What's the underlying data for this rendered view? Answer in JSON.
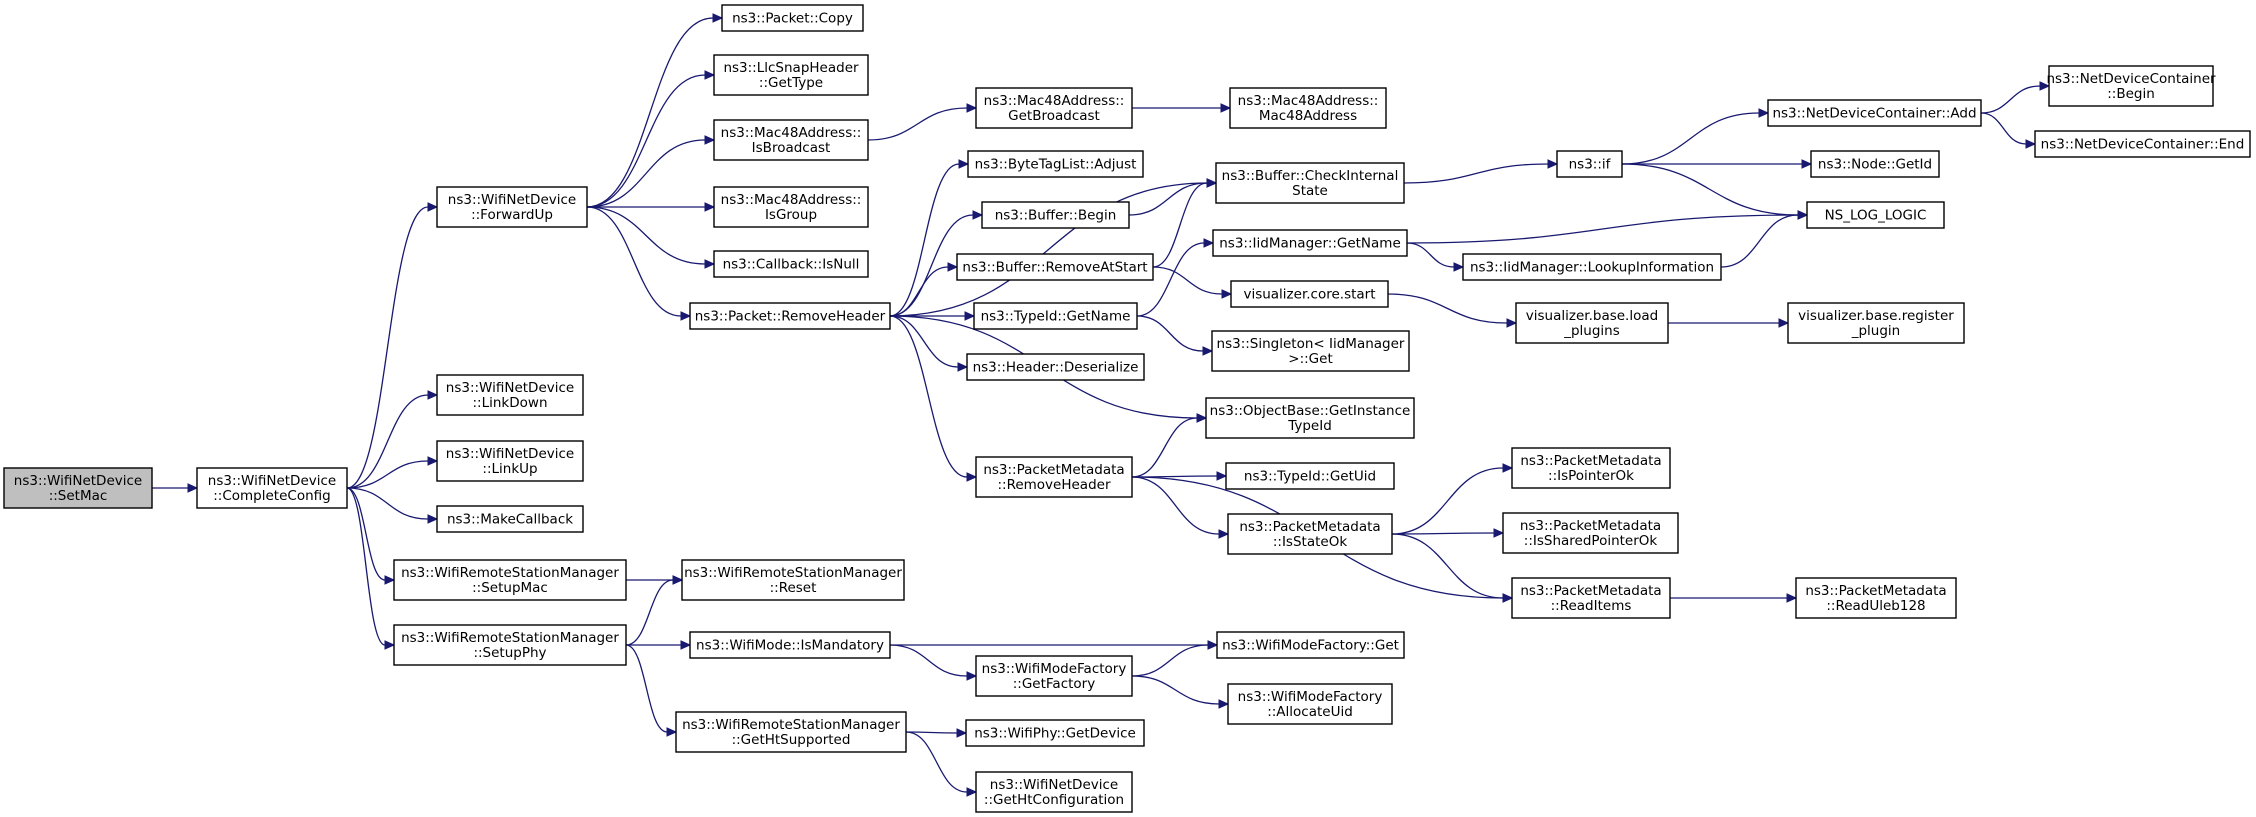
{
  "graph": {
    "background": "#ffffff",
    "edge_color": "#191970",
    "root_fill": "#bfbfbf",
    "node_fill": "#ffffff",
    "nodes": [
      {
        "id": "setmac",
        "label": [
          "ns3::WifiNetDevice",
          "::SetMac"
        ],
        "root": true
      },
      {
        "id": "completeconfig",
        "label": [
          "ns3::WifiNetDevice",
          "::CompleteConfig"
        ]
      },
      {
        "id": "forwardup",
        "label": [
          "ns3::WifiNetDevice",
          "::ForwardUp"
        ]
      },
      {
        "id": "linkdown",
        "label": [
          "ns3::WifiNetDevice",
          "::LinkDown"
        ]
      },
      {
        "id": "linkup",
        "label": [
          "ns3::WifiNetDevice",
          "::LinkUp"
        ]
      },
      {
        "id": "makecallback",
        "label": [
          "ns3::MakeCallback"
        ]
      },
      {
        "id": "setupmac",
        "label": [
          "ns3::WifiRemoteStationManager",
          "::SetupMac"
        ]
      },
      {
        "id": "setupphy",
        "label": [
          "ns3::WifiRemoteStationManager",
          "::SetupPhy"
        ]
      },
      {
        "id": "packetcopy",
        "label": [
          "ns3::Packet::Copy"
        ]
      },
      {
        "id": "llcgettype",
        "label": [
          "ns3::LlcSnapHeader",
          "::GetType"
        ]
      },
      {
        "id": "isbroadcast",
        "label": [
          "ns3::Mac48Address::",
          "IsBroadcast"
        ]
      },
      {
        "id": "isgroup",
        "label": [
          "ns3::Mac48Address::",
          "IsGroup"
        ]
      },
      {
        "id": "isnull",
        "label": [
          "ns3::Callback::IsNull"
        ]
      },
      {
        "id": "removeheader",
        "label": [
          "ns3::Packet::RemoveHeader"
        ]
      },
      {
        "id": "reset",
        "label": [
          "ns3::WifiRemoteStationManager",
          "::Reset"
        ]
      },
      {
        "id": "ismandatory",
        "label": [
          "ns3::WifiMode::IsMandatory"
        ]
      },
      {
        "id": "gethtsupported",
        "label": [
          "ns3::WifiRemoteStationManager",
          "::GetHtSupported"
        ]
      },
      {
        "id": "getbroadcast",
        "label": [
          "ns3::Mac48Address::",
          "GetBroadcast"
        ]
      },
      {
        "id": "bytetagadjust",
        "label": [
          "ns3::ByteTagList::Adjust"
        ]
      },
      {
        "id": "bufferbegin",
        "label": [
          "ns3::Buffer::Begin"
        ]
      },
      {
        "id": "removeatstart",
        "label": [
          "ns3::Buffer::RemoveAtStart"
        ]
      },
      {
        "id": "typeidgetname",
        "label": [
          "ns3::TypeId::GetName"
        ]
      },
      {
        "id": "headerdeserialize",
        "label": [
          "ns3::Header::Deserialize"
        ]
      },
      {
        "id": "pmremoveheader",
        "label": [
          "ns3::PacketMetadata",
          "::RemoveHeader"
        ]
      },
      {
        "id": "getfactory",
        "label": [
          "ns3::WifiModeFactory",
          "::GetFactory"
        ]
      },
      {
        "id": "getdevice",
        "label": [
          "ns3::WifiPhy::GetDevice"
        ]
      },
      {
        "id": "gethtconfig",
        "label": [
          "ns3::WifiNetDevice",
          "::GetHtConfiguration"
        ]
      },
      {
        "id": "mac48address",
        "label": [
          "ns3::Mac48Address::",
          "Mac48Address"
        ]
      },
      {
        "id": "checkinternal",
        "label": [
          "ns3::Buffer::CheckInternal",
          "State"
        ]
      },
      {
        "id": "iidgetname",
        "label": [
          "ns3::IidManager::GetName"
        ]
      },
      {
        "id": "vizcorestart",
        "label": [
          "visualizer.core.start"
        ]
      },
      {
        "id": "singletonget",
        "label": [
          "ns3::Singleton< IidManager",
          " >::Get"
        ]
      },
      {
        "id": "getinstancetypeid",
        "label": [
          "ns3::ObjectBase::GetInstance",
          "TypeId"
        ]
      },
      {
        "id": "getuid",
        "label": [
          "ns3::TypeId::GetUid"
        ]
      },
      {
        "id": "isstateok",
        "label": [
          "ns3::PacketMetadata",
          "::IsStateOk"
        ]
      },
      {
        "id": "wmfget",
        "label": [
          "ns3::WifiModeFactory::Get"
        ]
      },
      {
        "id": "allocateuid",
        "label": [
          "ns3::WifiModeFactory",
          "::AllocateUid"
        ]
      },
      {
        "id": "nsif",
        "label": [
          "ns3::if"
        ]
      },
      {
        "id": "lookupinfo",
        "label": [
          "ns3::IidManager::LookupInformation"
        ]
      },
      {
        "id": "loadplugins",
        "label": [
          "visualizer.base.load",
          "_plugins"
        ]
      },
      {
        "id": "ispointerok",
        "label": [
          "ns3::PacketMetadata",
          "::IsPointerOk"
        ]
      },
      {
        "id": "issharedpointerok",
        "label": [
          "ns3::PacketMetadata",
          "::IsSharedPointerOk"
        ]
      },
      {
        "id": "readitems",
        "label": [
          "ns3::PacketMetadata",
          "::ReadItems"
        ]
      },
      {
        "id": "ndcadd",
        "label": [
          "ns3::NetDeviceContainer::Add"
        ]
      },
      {
        "id": "nodegetid",
        "label": [
          "ns3::Node::GetId"
        ]
      },
      {
        "id": "nsloglogic",
        "label": [
          "NS_LOG_LOGIC"
        ]
      },
      {
        "id": "registerplugin",
        "label": [
          "visualizer.base.register",
          "_plugin"
        ]
      },
      {
        "id": "readuleb128",
        "label": [
          "ns3::PacketMetadata",
          "::ReadUleb128"
        ]
      },
      {
        "id": "ndcbegin",
        "label": [
          "ns3::NetDeviceContainer",
          "::Begin"
        ]
      },
      {
        "id": "ndcend",
        "label": [
          "ns3::NetDeviceContainer::End"
        ]
      }
    ]
  }
}
